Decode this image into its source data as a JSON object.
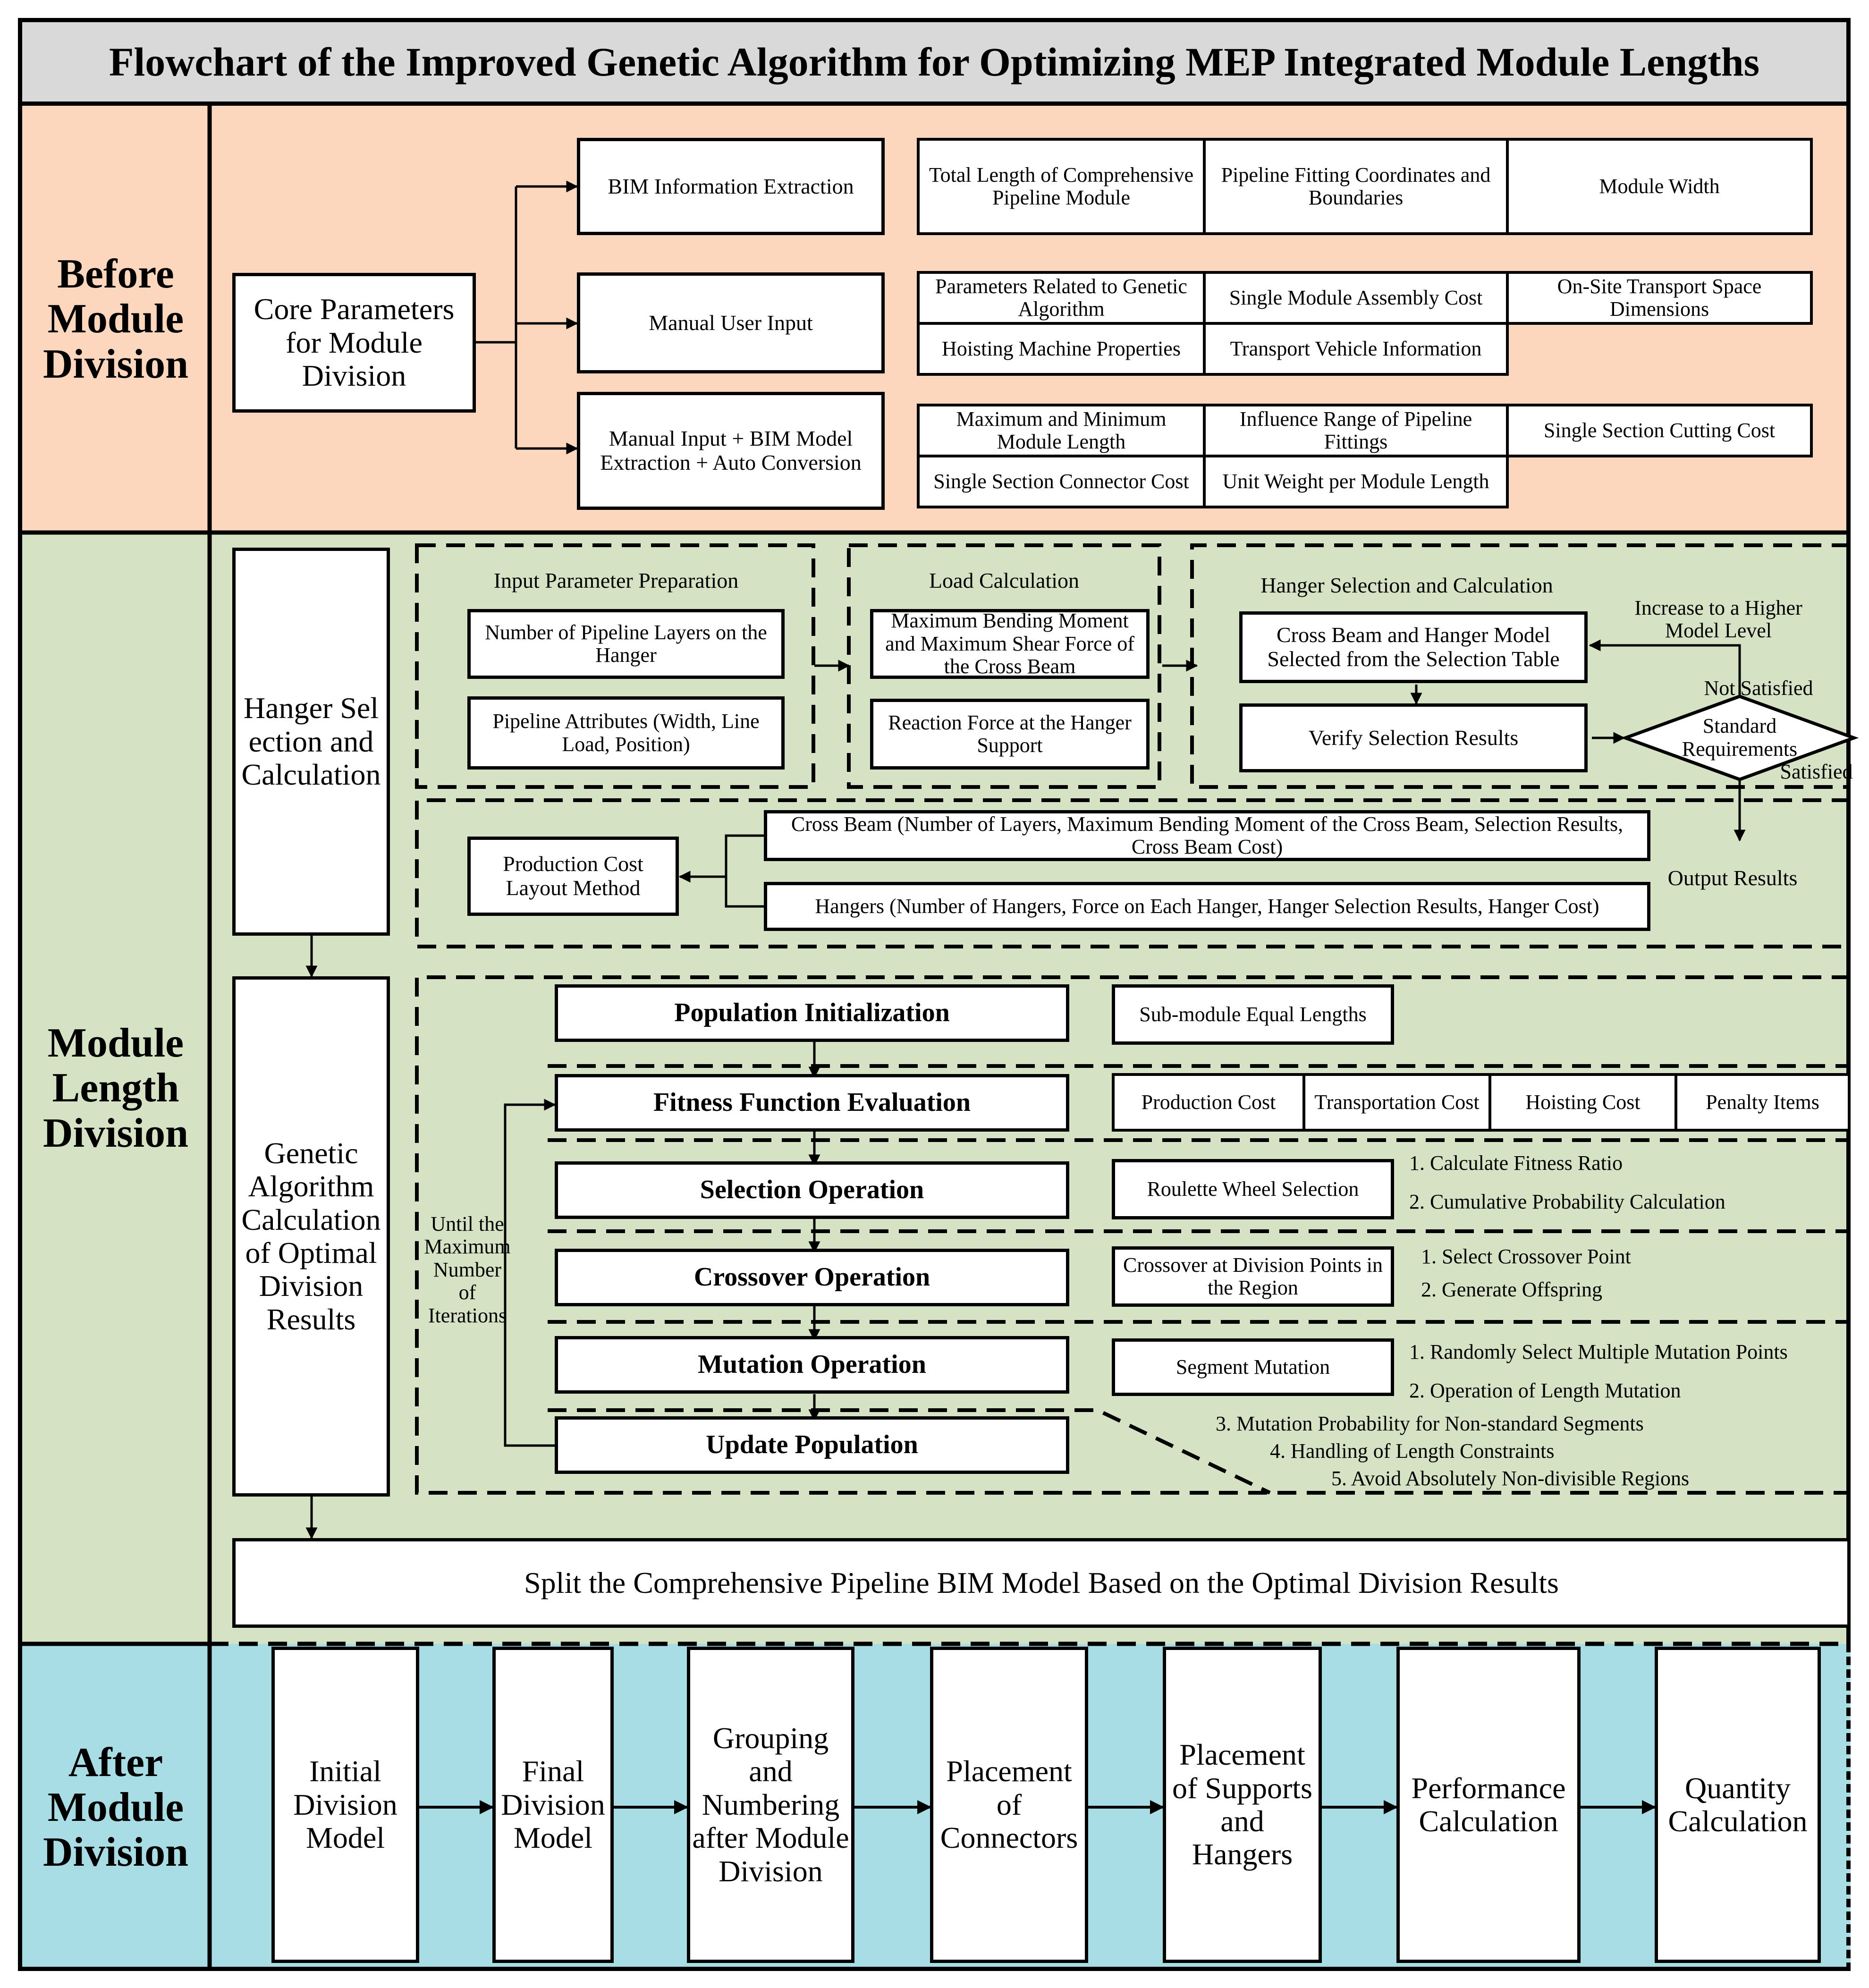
{
  "title": "Flowchart of the Improved Genetic Algorithm for Optimizing MEP Integrated Module Lengths",
  "colors": {
    "before_bg": "#fcd7be",
    "module_bg": "#d5e3c4",
    "after_bg": "#a8dde6",
    "title_bg": "#d9d9d9",
    "line": "#000000"
  },
  "sections": {
    "before": "Before Module Division",
    "module": "Module Length Division",
    "after": "After Module Division"
  },
  "before": {
    "core": "Core Parameters for Module Division",
    "bim": "BIM Information Extraction",
    "manual": "Manual User Input",
    "manual_bim": "Manual Input + BIM Model Extraction + Auto Conversion",
    "bim_items": [
      "Total Length of Comprehensive Pipeline Module",
      "Pipeline Fitting Coordinates and Boundaries",
      "Module Width"
    ],
    "manual_items": [
      "Parameters Related to Genetic Algorithm",
      "Single Module Assembly Cost",
      "On-Site Transport Space Dimensions",
      "Hoisting Machine Properties",
      "Transport Vehicle Information"
    ],
    "mixed_items": [
      "Maximum and Minimum Module Length",
      "Influence Range of Pipeline Fittings",
      "Single Section Cutting Cost",
      "Single Section Connector Cost",
      "Unit Weight per Module Length"
    ]
  },
  "hanger": {
    "main": "Hanger Selection and Calculation",
    "input_title": "Input Parameter Preparation",
    "input_items": [
      "Number of Pipeline Layers on the Hanger",
      "Pipeline Attributes (Width, Line Load, Position)"
    ],
    "load_title": "Load Calculation",
    "load_items": [
      "Maximum Bending Moment and Maximum Shear Force of the Cross Beam",
      "Reaction Force at the Hanger Support"
    ],
    "select_title": "Hanger Selection and Calculation",
    "select_box": "Cross Beam and Hanger Model Selected from the Selection Table",
    "verify": "Verify Selection Results",
    "standard": "Standard Requirements",
    "increase": "Increase to a Higher Model Level",
    "not_satisfied": "Not Satisfied",
    "satisfied": "Satisfied",
    "output": "Output Results",
    "production": "Production Cost Layout Method",
    "crossbeam_out": "Cross Beam (Number of Layers, Maximum Bending Moment of the Cross Beam, Selection Results, Cross Beam Cost)",
    "hangers_out": "Hangers (Number of Hangers, Force on Each Hanger, Hanger Selection Results, Hanger Cost)"
  },
  "ga": {
    "main": "Genetic Algorithm Calculation of Optimal Division Results",
    "loop": "Until the Maximum Number of Iterations",
    "steps": [
      "Population Initialization",
      "Fitness Function Evaluation",
      "Selection Operation",
      "Crossover Operation",
      "Mutation Operation",
      "Update Population"
    ],
    "init_desc": "Sub-module Equal Lengths",
    "fitness_items": [
      "Production Cost",
      "Transportation Cost",
      "Hoisting Cost",
      "Penalty Items"
    ],
    "selection_desc": "Roulette Wheel Selection",
    "selection_notes": [
      "1. Calculate Fitness Ratio",
      "2. Cumulative Probability Calculation"
    ],
    "crossover_desc": "Crossover at Division Points in the Region",
    "crossover_notes": [
      "1. Select Crossover Point",
      "2. Generate Offspring"
    ],
    "mutation_desc": "Segment Mutation",
    "mutation_notes": [
      "1. Randomly Select Multiple Mutation Points",
      "2. Operation of Length Mutation",
      "3. Mutation Probability for Non-standard Segments",
      "4. Handling of Length Constraints",
      "5. Avoid Absolutely Non-divisible Regions"
    ]
  },
  "split": "Split the Comprehensive Pipeline BIM Model Based on the Optimal Division Results",
  "after": [
    "Initial Division Model",
    "Final Division Model",
    "Grouping and Numbering after Module Division",
    "Placement of Connectors",
    "Placement of Supports and Hangers",
    "Performance Calculation",
    "Quantity Calculation"
  ]
}
